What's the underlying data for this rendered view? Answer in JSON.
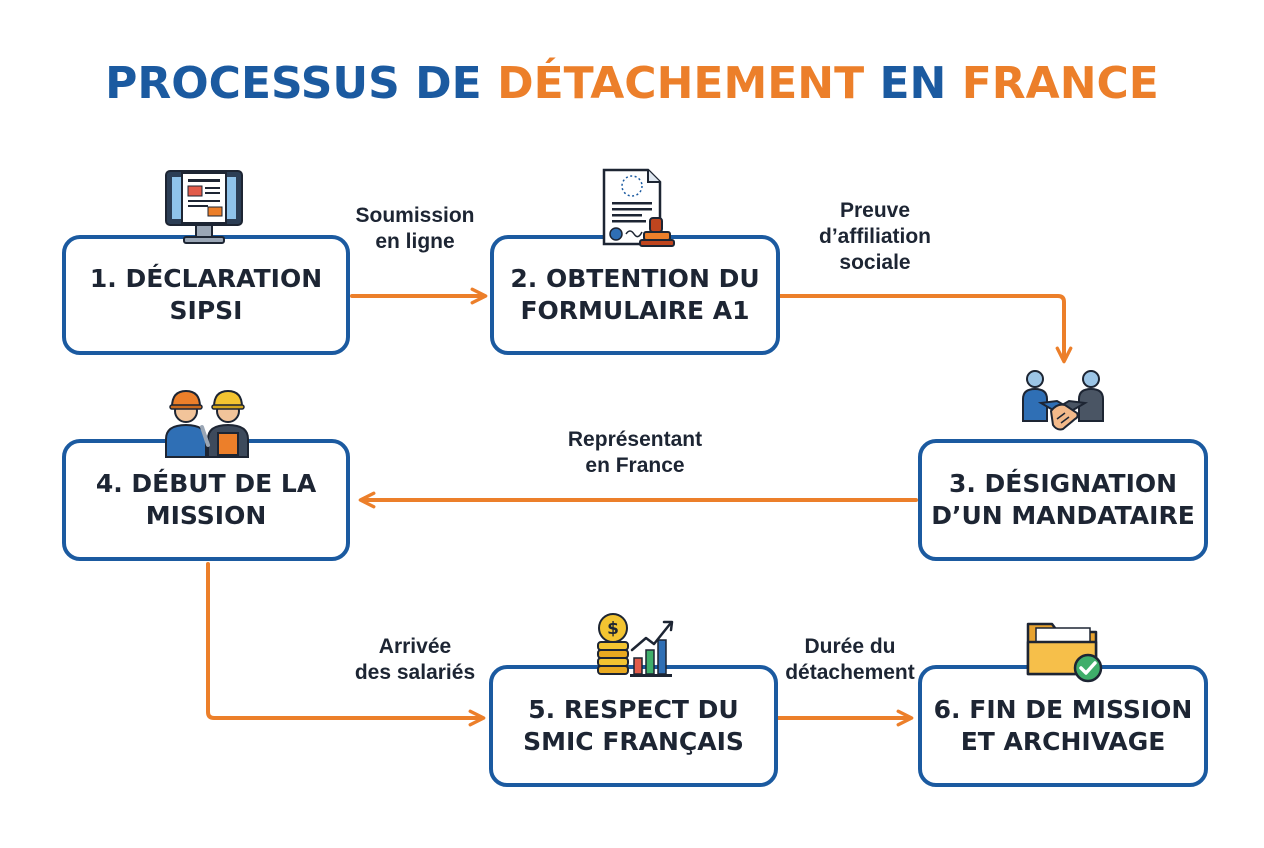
{
  "title": {
    "part1": "PROCESSUS DE",
    "part2": "DÉTACHEMENT",
    "part3": "EN",
    "part4": "FRANCE"
  },
  "steps": [
    {
      "line1": "1. DÉCLARATION",
      "line2": "SIPSI",
      "icon": "computer-document-icon"
    },
    {
      "line1": "2. OBTENTION DU",
      "line2": "FORMULAIRE A1",
      "icon": "certificate-stamp-icon"
    },
    {
      "line1": "3. DÉSIGNATION",
      "line2": "D’UN MANDATAIRE",
      "icon": "handshake-icon"
    },
    {
      "line1": "4. DÉBUT DE LA",
      "line2": "MISSION",
      "icon": "construction-workers-icon"
    },
    {
      "line1": "5. RESPECT DU",
      "line2": "SMIC FRANÇAIS",
      "icon": "money-growth-chart-icon"
    },
    {
      "line1": "6. FIN DE MISSION",
      "line2": "ET ARCHIVAGE",
      "icon": "folder-check-icon"
    }
  ],
  "connectors": [
    {
      "lines": [
        "Soumission",
        "en ligne"
      ]
    },
    {
      "lines": [
        "Preuve",
        "d’affiliation",
        "sociale"
      ]
    },
    {
      "lines": [
        "Représentant",
        "en France"
      ]
    },
    {
      "lines": [
        "Arrivée",
        "des salariés"
      ]
    },
    {
      "lines": [
        "Durée du",
        "détachement"
      ]
    }
  ],
  "colors": {
    "primary_blue": "#1b5aa0",
    "accent_orange": "#ec7f2a",
    "text_dark": "#1d2533"
  }
}
